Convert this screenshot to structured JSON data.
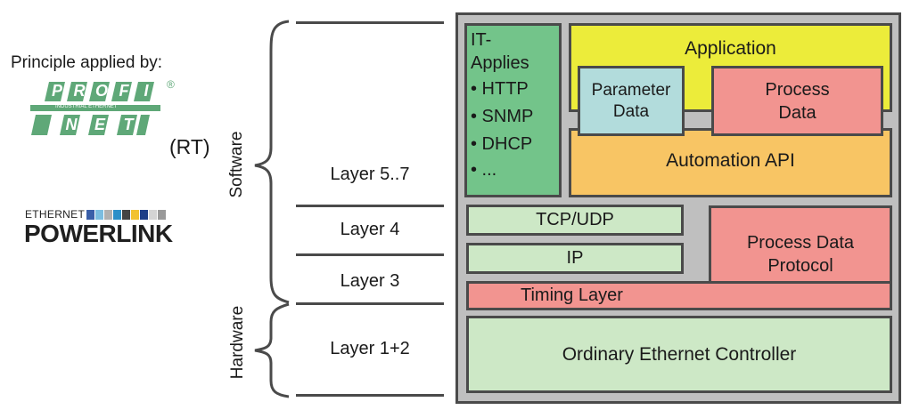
{
  "left": {
    "principle": "Principle applied by:",
    "profinet": {
      "letters_top": [
        "P",
        "R",
        "O",
        "F",
        "I"
      ],
      "letters_bottom": [
        "N",
        "E",
        "T"
      ],
      "industrial": "INDUSTRIAL ETHERNET",
      "registered": "®"
    },
    "rt": "(RT)",
    "powerlink": {
      "ethernet": "ETHERNET",
      "name": "POWERLINK"
    }
  },
  "braces": {
    "software": "Software",
    "hardware": "Hardware"
  },
  "layers": {
    "l57": "Layer 5..7",
    "l4": "Layer 4",
    "l3": "Layer 3",
    "l12": "Layer 1+2"
  },
  "stack": {
    "it_title_1": "IT-",
    "it_title_2": "Applies",
    "it_items": [
      "• HTTP",
      "• SNMP",
      "• DHCP",
      "• ..."
    ],
    "application": "Application",
    "parameter_data_1": "Parameter",
    "parameter_data_2": "Data",
    "process_data_1": "Process",
    "process_data_2": "Data",
    "automation_api": "Automation API",
    "tcp_udp": "TCP/UDP",
    "ip": "IP",
    "process_data_protocol_1": "Process Data",
    "process_data_protocol_2": "Protocol",
    "timing_layer": "Timing Layer",
    "ethernet_controller": "Ordinary Ethernet Controller"
  },
  "colors": {
    "frame": "#bfbfbf",
    "border": "#4a4a4a",
    "it_green": "#73c48a",
    "application_yellow": "#ecec3a",
    "parameter_cyan": "#b2dcdc",
    "process_pink": "#f29490",
    "automation_orange": "#f8c564",
    "light_green": "#cde8c6",
    "profinet_green": "#5fa878"
  }
}
